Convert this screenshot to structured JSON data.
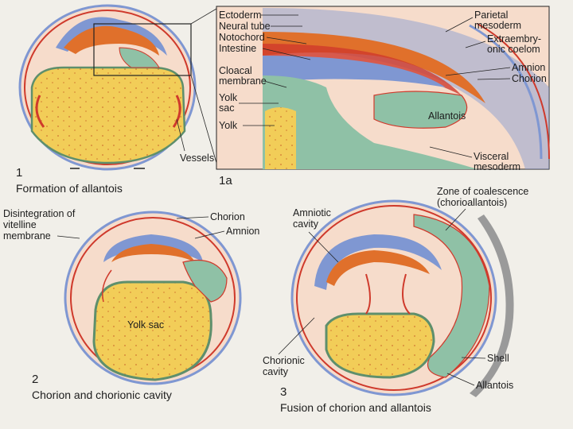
{
  "panel_1": {
    "number": "1",
    "caption": "Formation of allantois",
    "labels": {
      "vessels": "Vessels"
    }
  },
  "panel_1a": {
    "number": "1a",
    "labels": {
      "ectoderm": "Ectoderm",
      "neural_tube": "Neural tube",
      "notochord": "Notochord",
      "intestine": "Intestine",
      "cloacal_membrane_line1": "Cloacal",
      "cloacal_membrane_line2": "membrane",
      "yolk_sac_line1": "Yolk",
      "yolk_sac_line2": "sac",
      "yolk": "Yolk",
      "parietal_mesoderm_line1": "Parietal",
      "parietal_mesoderm_line2": "mesoderm",
      "extraembryonic_coelom_line1": "Extraembry-",
      "extraembryonic_coelom_line2": "onic coelom",
      "amnion": "Amnion",
      "chorion": "Chorion",
      "allantois": "Allantois",
      "visceral_mesoderm_line1": "Visceral",
      "visceral_mesoderm_line2": "mesoderm"
    }
  },
  "panel_2": {
    "number": "2",
    "caption": "Chorion and chorionic cavity",
    "labels": {
      "disintegration_line1": "Disintegration of",
      "disintegration_line2": "vitelline",
      "disintegration_line3": "membrane",
      "chorion": "Chorion",
      "amnion": "Amnion",
      "yolk_sac": "Yolk sac"
    }
  },
  "panel_3": {
    "number": "3",
    "caption": "Fusion of chorion and allantois",
    "labels": {
      "zone_line1": "Zone of coalescence",
      "zone_line2": "(chorioallantois)",
      "amniotic_cavity_line1": "Amniotic",
      "amniotic_cavity_line2": "cavity",
      "chorionic_cavity_line1": "Chorionic",
      "chorionic_cavity_line2": "cavity",
      "shell": "Shell",
      "allantois": "Allantois"
    }
  },
  "colors": {
    "background": "#f1efe9",
    "egg_fill": "#f6dccb",
    "yolk": "#f2cd58",
    "yolk_dots": "#d98a3a",
    "ectoderm_blue": "#7f97d2",
    "embryo_orange": "#e0702b",
    "mesoderm_green": "#8fc1a6",
    "membrane_red": "#cf3a2c",
    "shell_grey": "#9a9a9a"
  }
}
